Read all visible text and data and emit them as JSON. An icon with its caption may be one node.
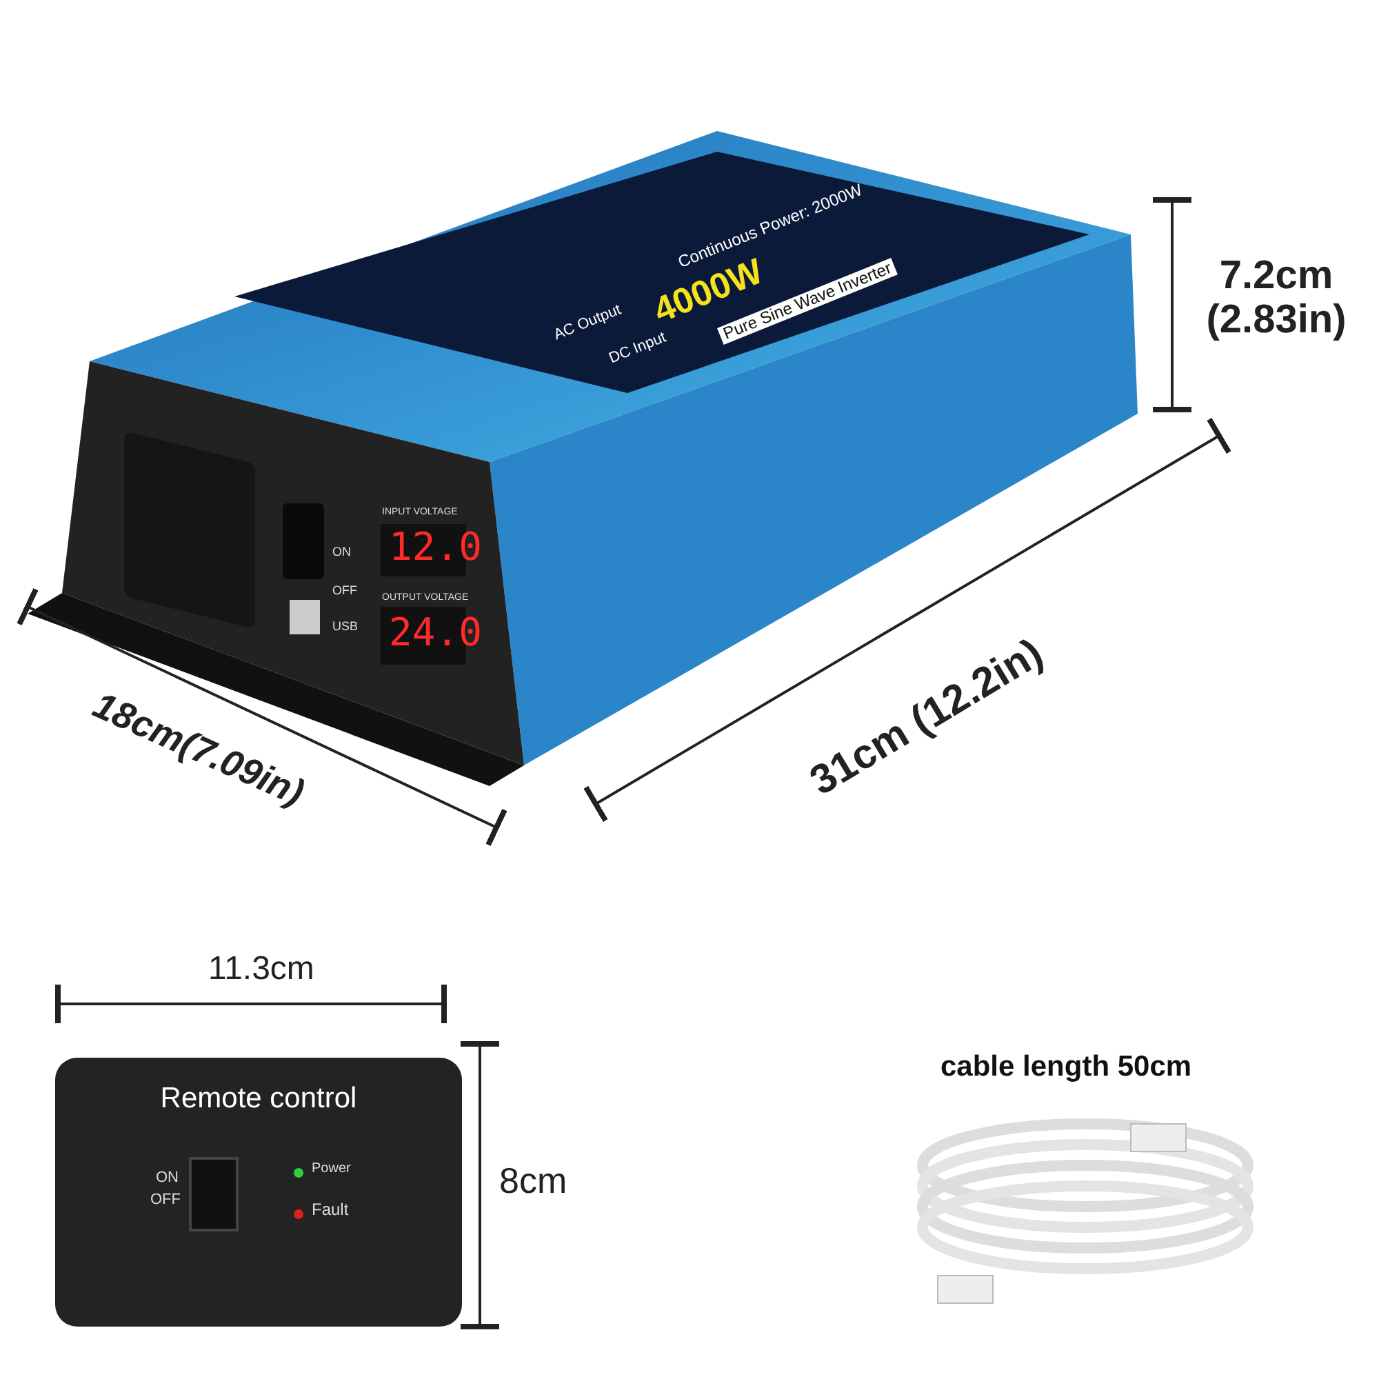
{
  "diagram": {
    "nodes": [
      {
        "text": [
          "Remote control"
        ]
      }
    ],
    "labels": [
      "Continuous Power: 2000W",
      "4000W",
      "Pure Sine Wave Inverter",
      "AC Output",
      "DC Input",
      "7.2cm (2.83in)",
      "ON",
      "OFF",
      "USB",
      "INPUT VOLTAGE",
      "12.0",
      "OUTPUT VOLTAGE",
      "24.0",
      "18cm(7.09in)",
      "31cm (12.2in)",
      "11.3cm",
      "ON",
      "OFF",
      "Power",
      "Fault",
      "8cm",
      "cable length 50cm"
    ]
  }
}
